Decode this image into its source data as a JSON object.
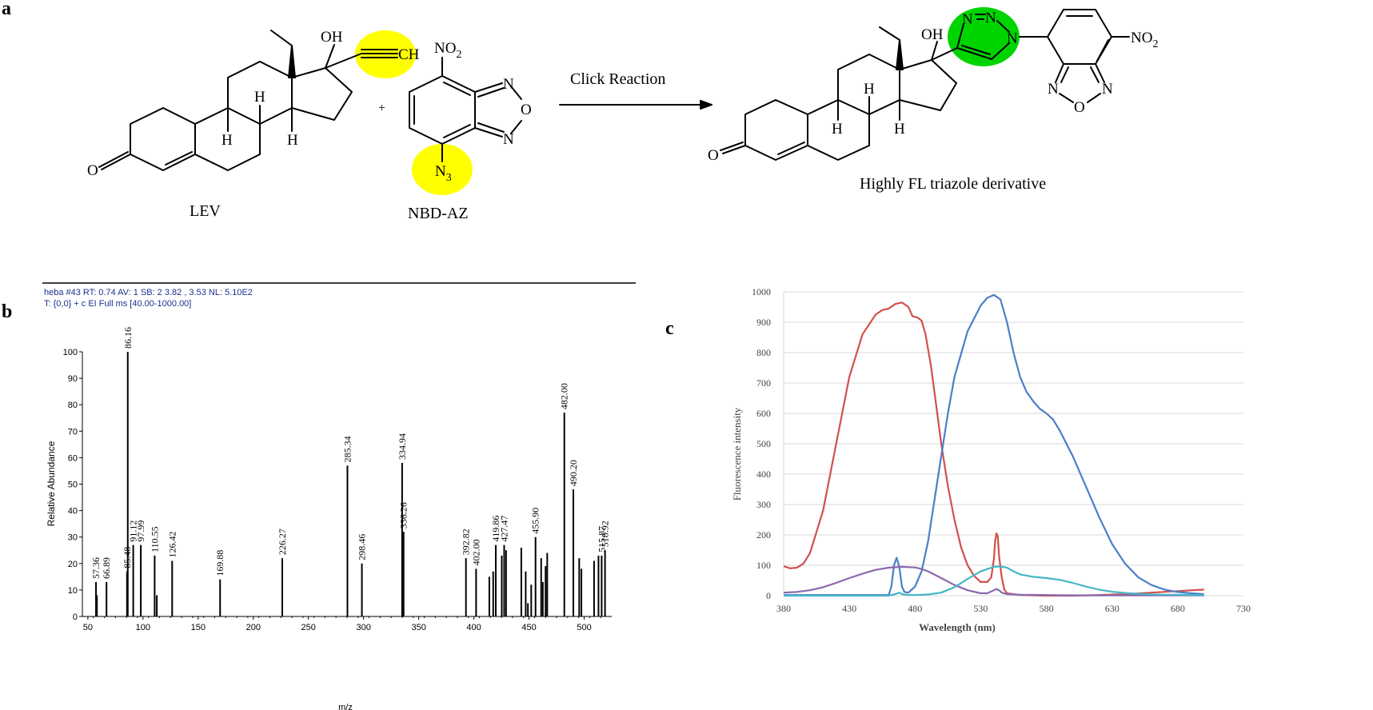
{
  "panels": {
    "a": {
      "letter": "a",
      "reactant1": "LEV",
      "reactant2": "NBD-AZ",
      "arrow_label": "Click Reaction",
      "product": "Highly FL triazole derivative",
      "plus": "+",
      "atoms": {
        "OH": "OH",
        "CH": "CH",
        "H": "H",
        "O": "O",
        "N": "N",
        "NO2_main": "NO",
        "NO2_sub": "2",
        "N3_main": "N",
        "N3_sub": "3"
      }
    },
    "b": {
      "letter": "b",
      "header_line1": "heba #43   RT: 0.74   AV: 1   SB: 2  3.82 , 3.53   NL: 5.10E2",
      "header_line2": "T: {0,0}  + c EI Full ms [40.00-1000.00]"
    },
    "c": {
      "letter": "c"
    }
  },
  "chart_data": [
    {
      "type": "bar",
      "title": "",
      "xlabel": "m/z",
      "ylabel": "Relative Abundance",
      "xlim": [
        45,
        525
      ],
      "ylim": [
        0,
        100
      ],
      "xticks": [
        50,
        100,
        150,
        200,
        250,
        300,
        350,
        400,
        450,
        500
      ],
      "yticks": [
        0,
        10,
        20,
        30,
        40,
        50,
        60,
        70,
        80,
        90,
        100
      ],
      "peaks": [
        {
          "x": 57.36,
          "y": 13,
          "label": "57.36"
        },
        {
          "x": 58.2,
          "y": 8
        },
        {
          "x": 66.89,
          "y": 13,
          "label": "66.89"
        },
        {
          "x": 85.48,
          "y": 17,
          "label": "85.48"
        },
        {
          "x": 86.16,
          "y": 100,
          "label": "86.16"
        },
        {
          "x": 91.12,
          "y": 27,
          "label": "91.12"
        },
        {
          "x": 97.99,
          "y": 27,
          "label": "97.99"
        },
        {
          "x": 110.55,
          "y": 23,
          "label": "110.55"
        },
        {
          "x": 112.5,
          "y": 8
        },
        {
          "x": 126.42,
          "y": 21,
          "label": "126.42"
        },
        {
          "x": 169.88,
          "y": 14,
          "label": "169.88"
        },
        {
          "x": 226.27,
          "y": 22,
          "label": "226.27"
        },
        {
          "x": 285.34,
          "y": 57,
          "label": "285.34"
        },
        {
          "x": 298.46,
          "y": 20,
          "label": "298.46"
        },
        {
          "x": 334.94,
          "y": 58,
          "label": "334.94"
        },
        {
          "x": 336.26,
          "y": 32,
          "label": "336.26"
        },
        {
          "x": 392.82,
          "y": 22,
          "label": "392.82"
        },
        {
          "x": 402.0,
          "y": 18,
          "label": "402.00"
        },
        {
          "x": 414.0,
          "y": 15
        },
        {
          "x": 417.5,
          "y": 17
        },
        {
          "x": 419.86,
          "y": 27,
          "label": "419.86"
        },
        {
          "x": 425.3,
          "y": 23
        },
        {
          "x": 427.47,
          "y": 27,
          "label": "427.47"
        },
        {
          "x": 429.2,
          "y": 25
        },
        {
          "x": 443.0,
          "y": 26
        },
        {
          "x": 447.0,
          "y": 17
        },
        {
          "x": 449.0,
          "y": 5
        },
        {
          "x": 452.0,
          "y": 12
        },
        {
          "x": 455.9,
          "y": 30,
          "label": "455.90"
        },
        {
          "x": 461.0,
          "y": 22
        },
        {
          "x": 462.5,
          "y": 13
        },
        {
          "x": 465.0,
          "y": 19
        },
        {
          "x": 466.5,
          "y": 24
        },
        {
          "x": 482.0,
          "y": 77,
          "label": "482.00"
        },
        {
          "x": 490.2,
          "y": 48,
          "label": "490.20"
        },
        {
          "x": 495.5,
          "y": 22
        },
        {
          "x": 497.5,
          "y": 18
        },
        {
          "x": 509.0,
          "y": 21
        },
        {
          "x": 513.0,
          "y": 23
        },
        {
          "x": 515.87,
          "y": 23,
          "label": "515.87"
        },
        {
          "x": 518.92,
          "y": 25,
          "label": "518.92"
        }
      ]
    },
    {
      "type": "line",
      "title": "",
      "xlabel": "Wavelength (nm)",
      "ylabel": "Fluorescence intensity",
      "xlim": [
        380,
        730
      ],
      "ylim": [
        0,
        1000
      ],
      "xticks": [
        380,
        430,
        480,
        530,
        580,
        630,
        680,
        730
      ],
      "yticks": [
        0,
        100,
        200,
        300,
        400,
        500,
        600,
        700,
        800,
        900,
        1000
      ],
      "grid": true,
      "series": [
        {
          "color": "#d0504c",
          "x": [
            380,
            385,
            390,
            395,
            400,
            410,
            420,
            430,
            440,
            450,
            455,
            460,
            465,
            470,
            475,
            478,
            482,
            485,
            488,
            492,
            496,
            500,
            505,
            510,
            515,
            520,
            525,
            530,
            535,
            538,
            540,
            541,
            542,
            543,
            544,
            546,
            548,
            550,
            560,
            580,
            600,
            620,
            640,
            660,
            680,
            700
          ],
          "y": [
            97,
            90,
            92,
            105,
            140,
            280,
            500,
            720,
            860,
            925,
            940,
            945,
            960,
            965,
            950,
            920,
            915,
            905,
            860,
            760,
            630,
            500,
            360,
            250,
            160,
            100,
            65,
            45,
            45,
            60,
            120,
            180,
            205,
            195,
            130,
            60,
            20,
            8,
            2,
            0,
            0,
            2,
            5,
            10,
            15,
            20
          ]
        },
        {
          "color": "#4a7fc8",
          "x": [
            380,
            460,
            462,
            464,
            466,
            468,
            470,
            472,
            475,
            480,
            485,
            490,
            495,
            500,
            505,
            510,
            520,
            530,
            535,
            540,
            545,
            550,
            555,
            560,
            565,
            570,
            575,
            580,
            585,
            590,
            600,
            610,
            620,
            630,
            640,
            650,
            660,
            670,
            680,
            690,
            700
          ],
          "y": [
            2,
            2,
            30,
            100,
            125,
            95,
            30,
            12,
            10,
            30,
            80,
            180,
            320,
            460,
            600,
            720,
            870,
            955,
            980,
            990,
            975,
            900,
            800,
            720,
            670,
            640,
            615,
            600,
            580,
            545,
            460,
            360,
            260,
            170,
            105,
            60,
            35,
            20,
            12,
            8,
            5
          ]
        },
        {
          "color": "#8a68b0",
          "x": [
            380,
            390,
            400,
            410,
            420,
            430,
            440,
            450,
            460,
            470,
            480,
            485,
            490,
            500,
            510,
            520,
            530,
            535,
            540,
            542,
            544,
            546,
            550,
            560,
            580,
            600,
            620,
            640,
            660,
            680,
            700
          ],
          "y": [
            10,
            12,
            18,
            28,
            42,
            58,
            72,
            85,
            92,
            95,
            93,
            88,
            80,
            58,
            35,
            18,
            8,
            8,
            18,
            22,
            18,
            10,
            5,
            3,
            2,
            1,
            1,
            1,
            1,
            1,
            1
          ]
        },
        {
          "color": "#46b6c8",
          "x": [
            380,
            460,
            465,
            468,
            470,
            475,
            480,
            490,
            500,
            510,
            520,
            530,
            540,
            545,
            550,
            555,
            560,
            570,
            580,
            590,
            600,
            610,
            620,
            630,
            640,
            650,
            660,
            670,
            680,
            690,
            700
          ],
          "y": [
            0,
            0,
            5,
            10,
            5,
            2,
            2,
            4,
            10,
            28,
            55,
            80,
            95,
            96,
            92,
            80,
            70,
            62,
            58,
            52,
            42,
            30,
            20,
            13,
            9,
            6,
            4,
            3,
            3,
            2,
            2
          ]
        }
      ]
    }
  ]
}
